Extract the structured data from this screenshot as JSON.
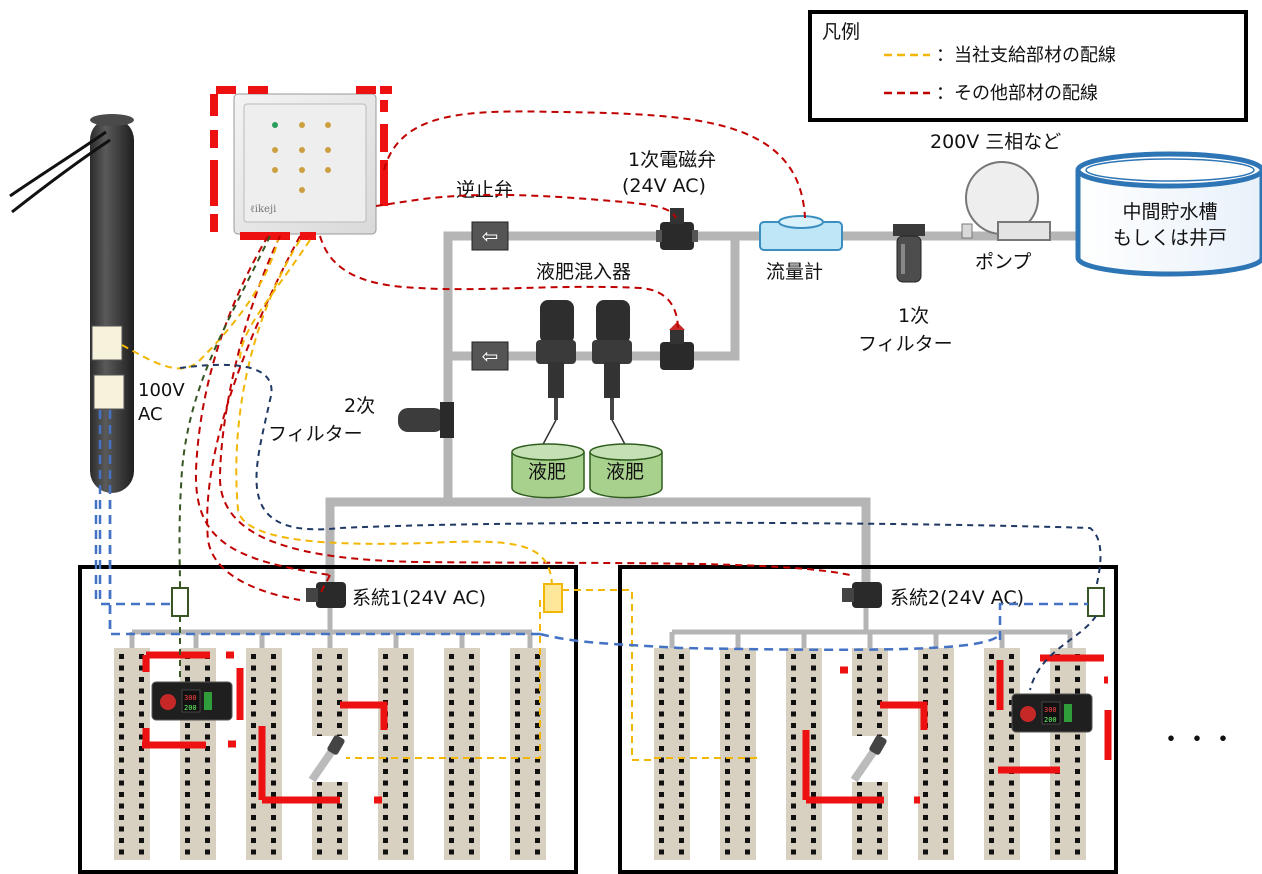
{
  "legend": {
    "title": "凡例",
    "items": [
      {
        "label": "：当社支給部材の配線",
        "color": "#f2b705"
      },
      {
        "label": "：その他部材の配線",
        "color": "#c00000"
      }
    ]
  },
  "labels": {
    "pump_power": "200V 三相など",
    "solenoid_primary_1": "1次電磁弁",
    "solenoid_primary_2": "(24V AC)",
    "check_valve": "逆止弁",
    "fertilizer_mixer": "液肥混入器",
    "flow_meter": "流量計",
    "primary_filter_1": "1次",
    "primary_filter_2": "フィルター",
    "pump": "ポンプ",
    "tank_1": "中間貯水槽",
    "tank_2": "もしくは井戸",
    "secondary_filter_1": "2次",
    "secondary_filter_2": "フィルター",
    "fertilizer_tank_1": "液肥",
    "fertilizer_tank_2": "液肥",
    "outlet_voltage_1": "100V",
    "outlet_voltage_2": "AC",
    "system_1": "系統1(24V AC)",
    "system_2": "系統2(24V AC)",
    "continuation": "・・・"
  },
  "colors": {
    "supplied_wiring": "#f2b705",
    "other_wiring": "#c00000",
    "pipe": "#b5b5b5",
    "blue_wiring": "#4472c4",
    "navy_wiring": "#1f3864",
    "green_wiring": "#375623",
    "bed_soil": "#d8d0c0",
    "sensor_red": "#ee1111",
    "fertilizer_tank": "#a9d18e",
    "tank_blue": "#2e75b6"
  }
}
